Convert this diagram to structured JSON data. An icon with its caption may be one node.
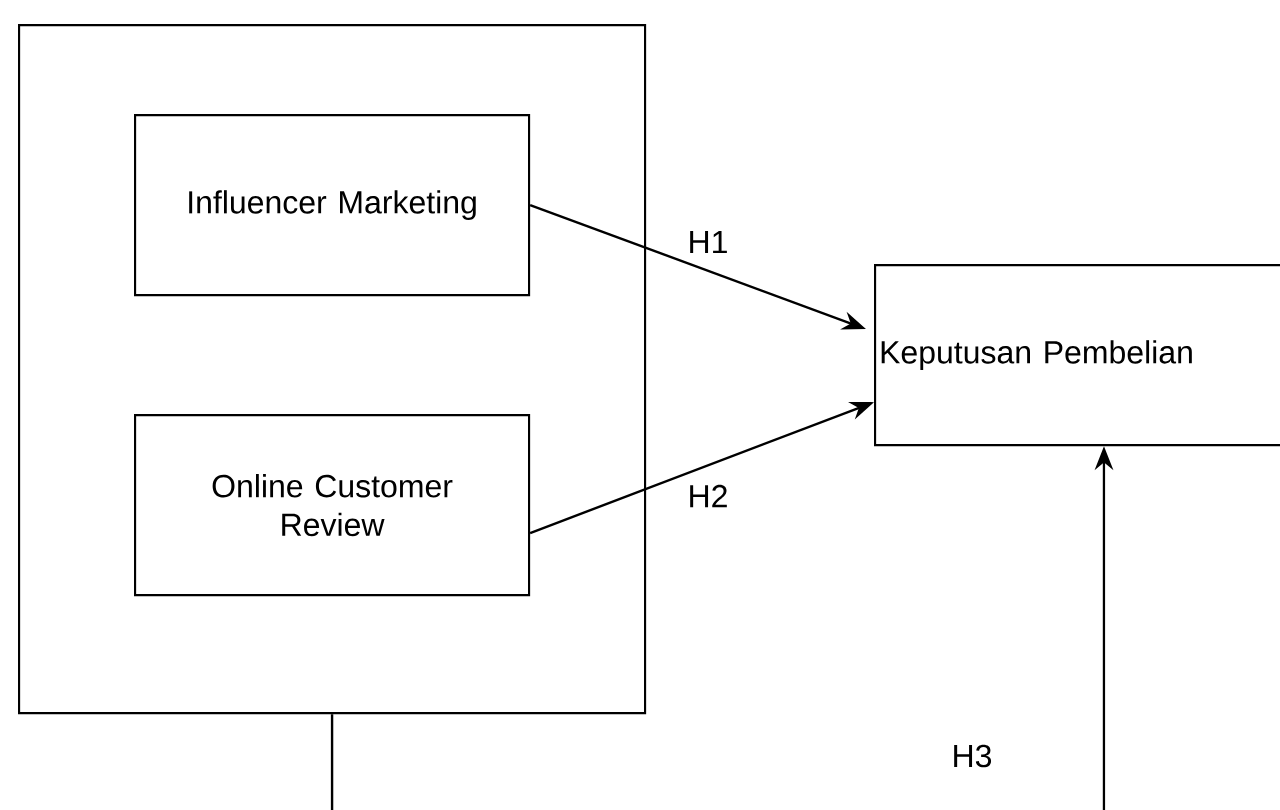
{
  "diagram": {
    "nodes": [
      {
        "text": [],
        "shape": "box"
      },
      {
        "text": [
          "Influencer Marketing"
        ],
        "in": 0
      },
      {
        "text": [
          "Online Customer Review"
        ],
        "in": 0
      },
      {
        "text": [
          "Keputusan Pembelian"
        ]
      }
    ],
    "edges": [
      {
        "from": 1,
        "to": 3,
        "arrow": "to",
        "label": "H1"
      },
      {
        "from": 2,
        "to": 3,
        "arrow": "to",
        "label": "H2"
      },
      {
        "from": 0,
        "to": 3,
        "arrow": "to",
        "label": "H3"
      }
    ]
  }
}
